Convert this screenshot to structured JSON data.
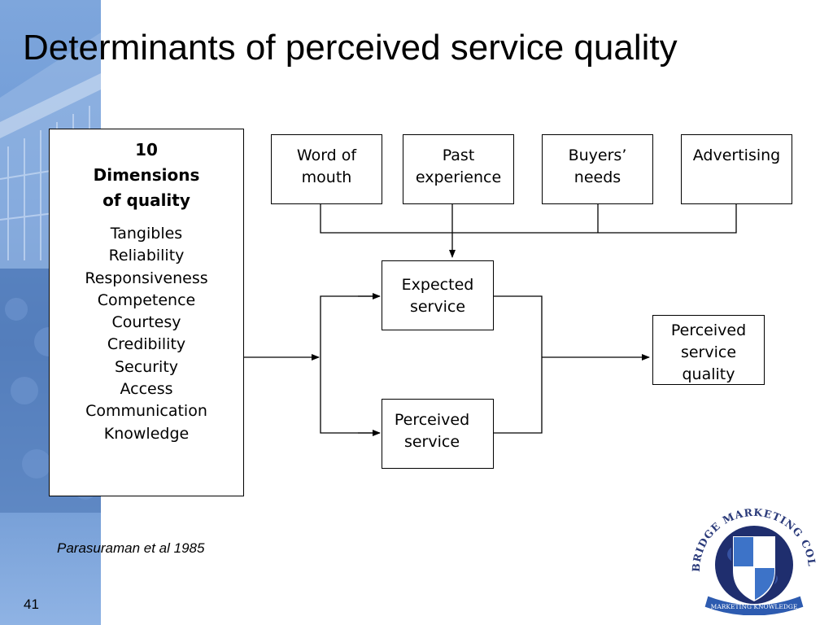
{
  "title": "Determinants of perceived service quality",
  "dimensions_box": {
    "heading": "10\nDimensions\nof quality",
    "items": [
      "Tangibles",
      "Reliability",
      "Responsiveness",
      "Competence",
      "Courtesy",
      "Credibility",
      "Security",
      "Access",
      "Communication",
      "Knowledge"
    ]
  },
  "sources": [
    "Word of\nmouth",
    "Past\nexperience",
    "Buyers’\nneeds",
    "Advertising"
  ],
  "expected_service": "Expected\nservice",
  "perceived_service": "Perceived\nservice",
  "perceived_quality": "Perceived\nservice\nquality",
  "citation": "Parasuraman et al 1985",
  "page_number": "41",
  "logo": {
    "text_top": "CAMBRIDGE MARKETING COLLEGE",
    "text_banner": "MARKETING KNOWLEDGE",
    "colors": {
      "globe": "#1f2e6e",
      "shield": "#3d73c8",
      "banner": "#2d5bb0"
    }
  }
}
